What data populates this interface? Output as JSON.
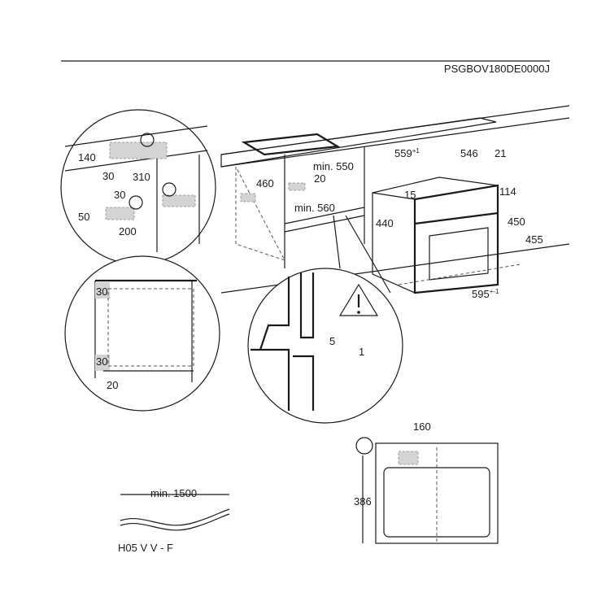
{
  "header": {
    "code": "PSGBOV180DE0000J"
  },
  "detail_top": {
    "d140": "140",
    "d30a": "30",
    "d310": "310",
    "d30b": "30",
    "d50": "50",
    "d200": "200"
  },
  "cabinet": {
    "d460": "460",
    "min550": "min. 550",
    "d20": "20",
    "min560": "min. 560"
  },
  "oven": {
    "depth": "559",
    "depth_tol": "+1",
    "d546": "546",
    "d21": "21",
    "d15": "15",
    "d114": "114",
    "d440": "440",
    "d450": "450",
    "d455": "455",
    "width": "595",
    "width_tol": "+-1"
  },
  "detail_side": {
    "d30_top": "30",
    "d30_bottom": "30",
    "d20": "20"
  },
  "detail_gap": {
    "d5": "5",
    "d1": "1"
  },
  "cable": {
    "length": "min. 1500",
    "type": "H05 V V - F"
  },
  "connection": {
    "d160": "160",
    "d386": "386"
  },
  "icons": [
    "electric-icon",
    "warning-icon"
  ]
}
